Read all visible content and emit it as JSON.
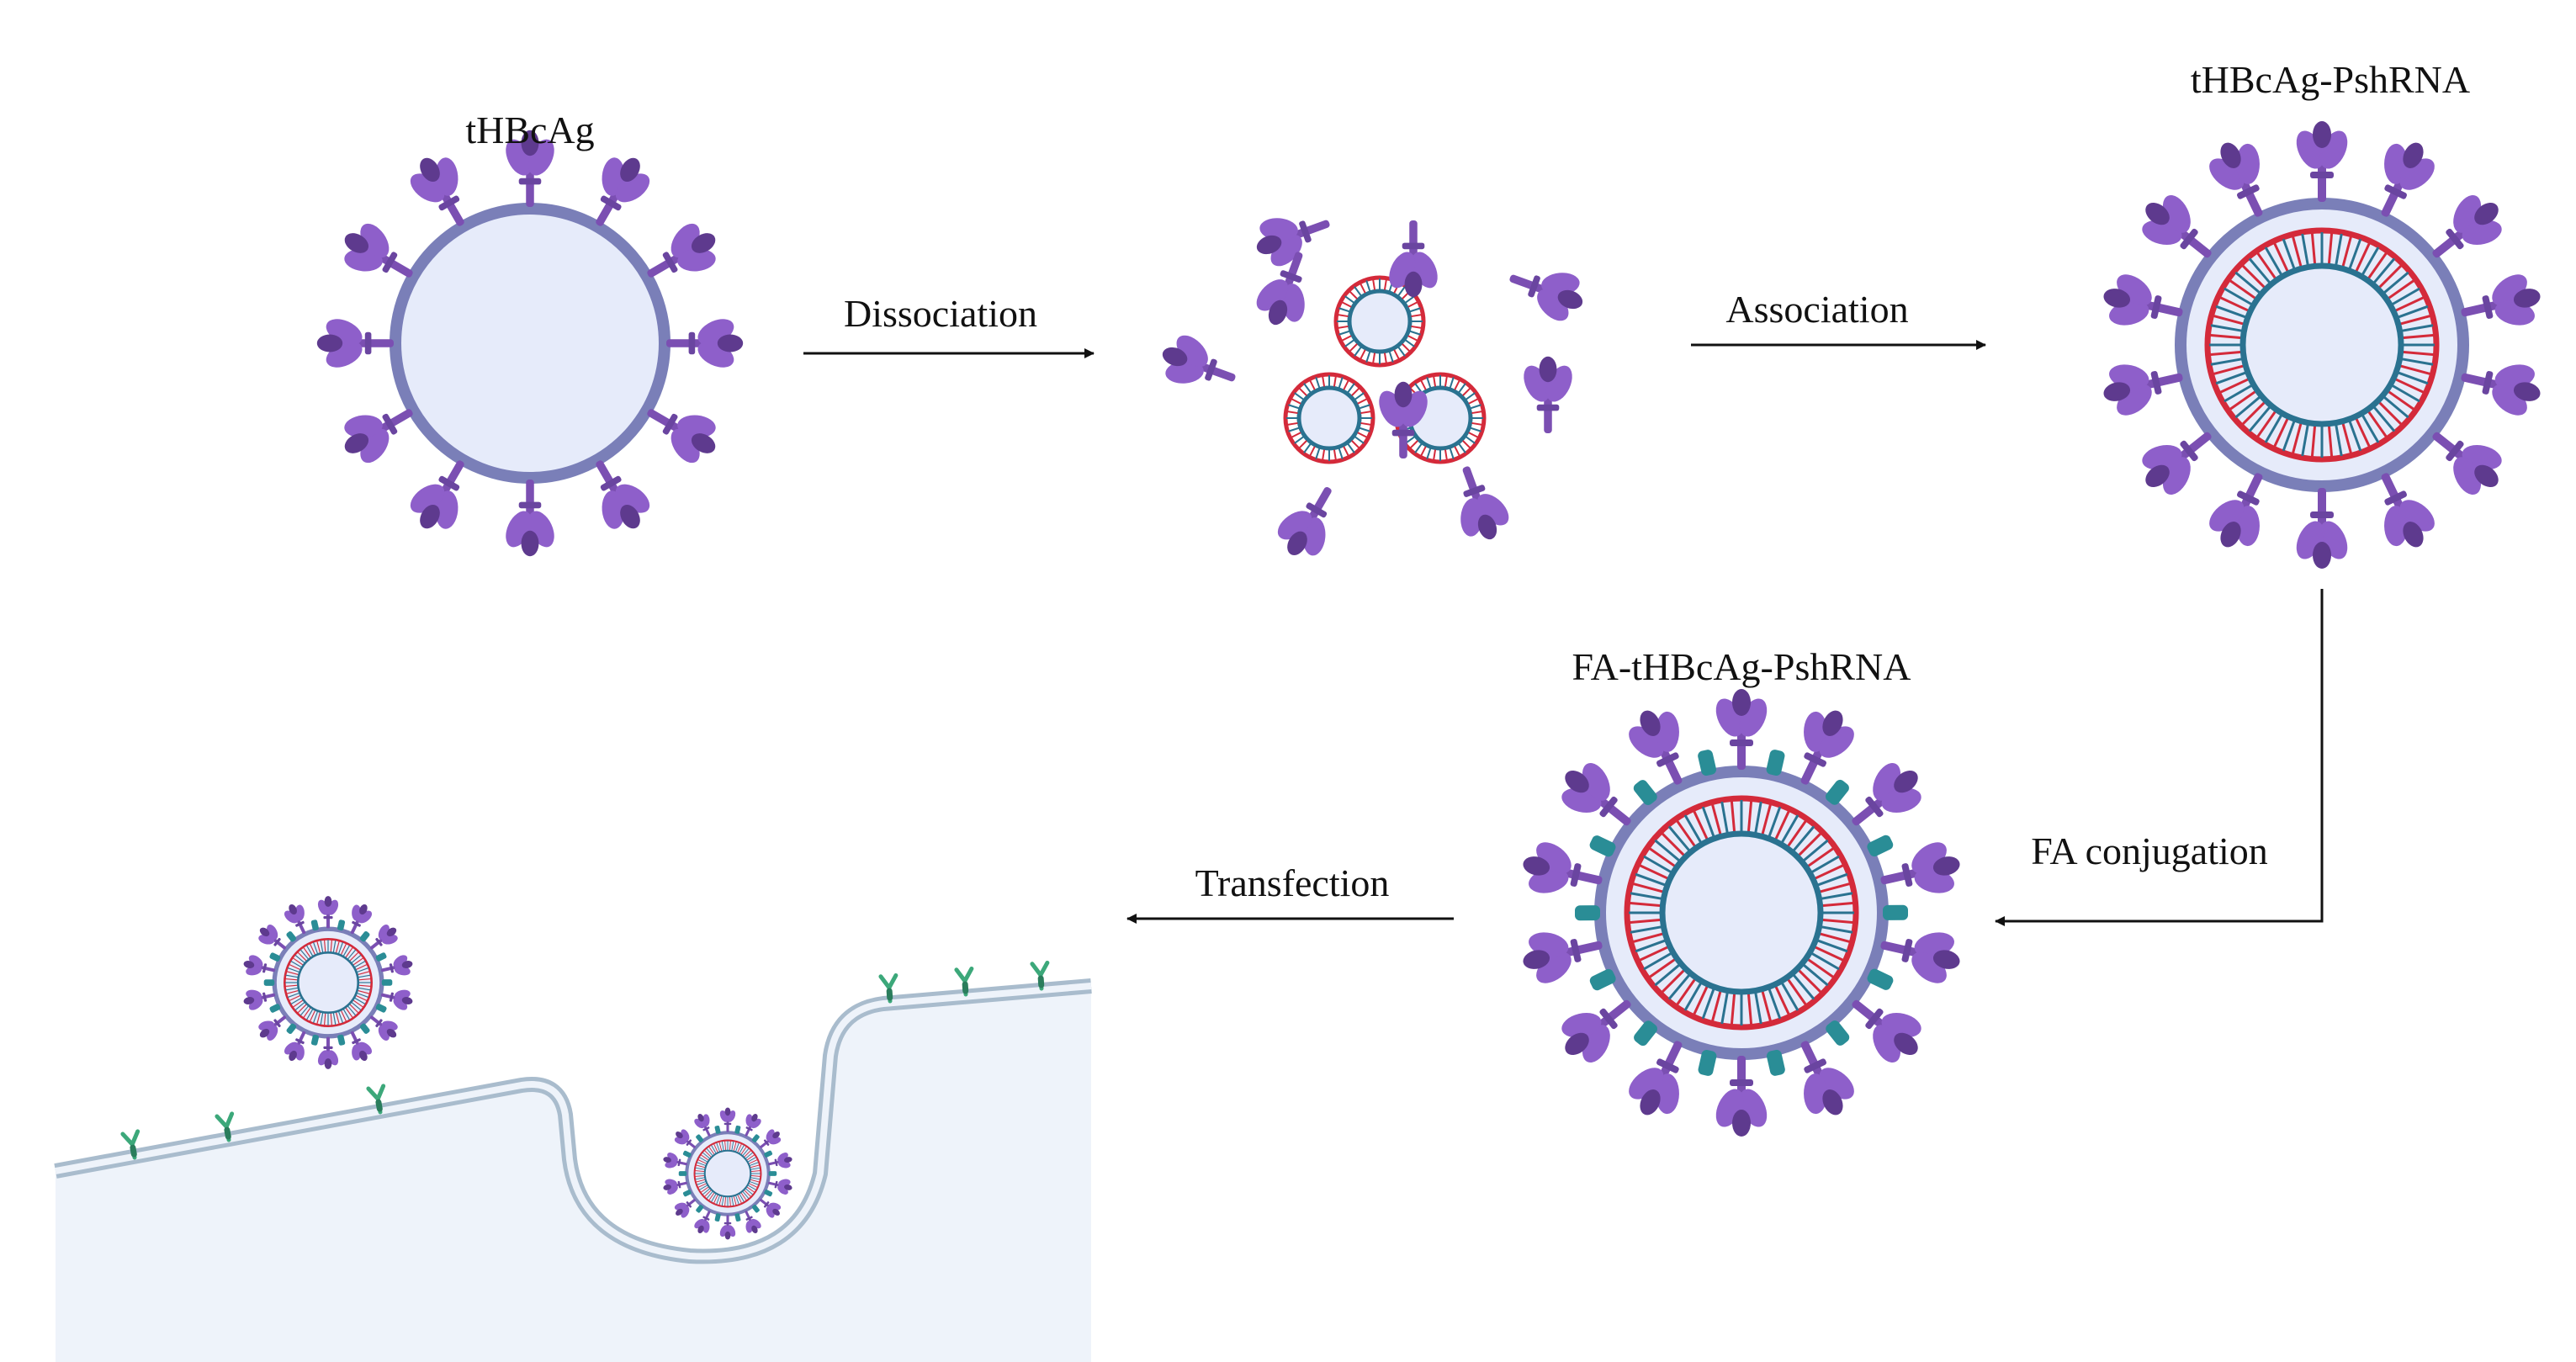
{
  "labels": {
    "thbcag": "tHBcAg",
    "thbcag_pshrna": "tHBcAg-PshRNA",
    "fa_thbcag_pshrna": "FA-tHBcAg-PshRNA"
  },
  "steps": {
    "dissociation": "Dissociation",
    "association": "Association",
    "fa_conjugation": "FA conjugation",
    "transfection": "Transfection"
  },
  "colors": {
    "protein": "#8a5cc0",
    "protein_dark": "#5e3a8e",
    "shell": "#7a7fb8",
    "core_fill": "#e6ebfa",
    "rna_red": "#d42a3a",
    "rna_blue": "#2a7290",
    "folate": "#2a8d96",
    "receptor": "#3ca87a",
    "membrane": "#a9bccd",
    "cell_fill": "#eef3fa"
  }
}
